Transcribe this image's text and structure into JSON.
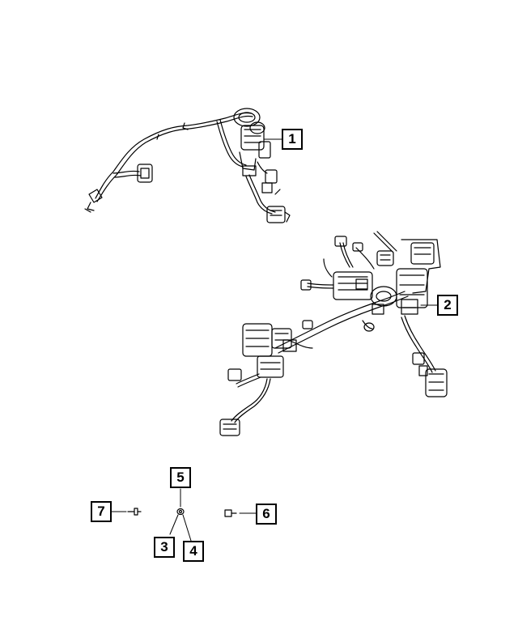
{
  "diagram": {
    "callouts": [
      {
        "id": "1",
        "label": "1"
      },
      {
        "id": "2",
        "label": "2"
      },
      {
        "id": "3",
        "label": "3"
      },
      {
        "id": "4",
        "label": "4"
      },
      {
        "id": "5",
        "label": "5"
      },
      {
        "id": "6",
        "label": "6"
      },
      {
        "id": "7",
        "label": "7"
      }
    ],
    "line_color": "#000000",
    "background": "#ffffff"
  }
}
